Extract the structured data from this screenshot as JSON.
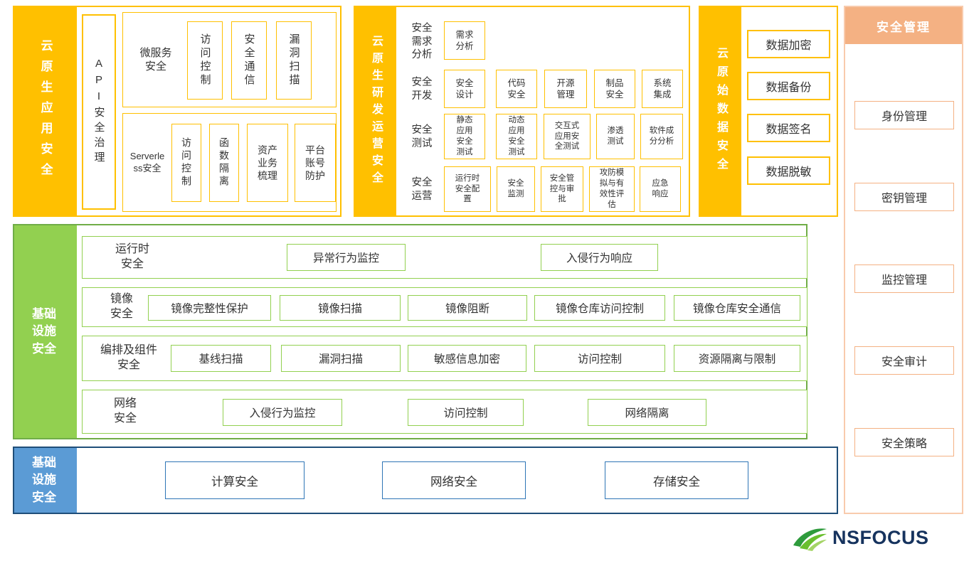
{
  "colors": {
    "orange": "#FFC000",
    "green": "#92D050",
    "green_dark": "#70AD47",
    "blue": "#5B9BD5",
    "blue_dark": "#1F4E79",
    "peach": "#F4B183",
    "peach_light": "#F8CBAD"
  },
  "app_security": {
    "sidebar": "云原生应用安全",
    "api_box": "API安全治理",
    "groups": [
      {
        "label": "微服务安全",
        "items": [
          "访问控制",
          "安全通信",
          "漏洞扫描"
        ]
      },
      {
        "label": "Serverless安全",
        "items": [
          "访问控制",
          "函数隔离",
          "资产业务梳理",
          "平台账号防护"
        ]
      }
    ]
  },
  "devops_security": {
    "sidebar": "云原生研发运营安全",
    "rows": [
      {
        "label": "安全需求分析",
        "items": [
          "需求分析"
        ]
      },
      {
        "label": "安全开发",
        "items": [
          "安全设计",
          "代码安全",
          "开源管理",
          "制品安全",
          "系统集成"
        ]
      },
      {
        "label": "安全测试",
        "items": [
          "静态应用安全测试",
          "动态应用安全测试",
          "交互式应用安全测试",
          "渗透测试",
          "软件成分分析"
        ]
      },
      {
        "label": "安全运营",
        "items": [
          "运行时安全配置",
          "安全监测",
          "安全管控与审批",
          "攻防模拟与有效性评估",
          "应急响应"
        ]
      }
    ]
  },
  "data_security": {
    "sidebar": "云原始数据安全",
    "items": [
      "数据加密",
      "数据备份",
      "数据签名",
      "数据脱敏"
    ]
  },
  "management": {
    "title": "安全管理",
    "items": [
      "身份管理",
      "密钥管理",
      "监控管理",
      "安全审计",
      "安全策略"
    ]
  },
  "container_security": {
    "sidebar": "基础设施安全",
    "rows": [
      {
        "label": "运行时安全",
        "items": [
          "异常行为监控",
          "入侵行为响应"
        ]
      },
      {
        "label": "镜像安全",
        "items": [
          "镜像完整性保护",
          "镜像扫描",
          "镜像阻断",
          "镜像仓库访问控制",
          "镜像仓库安全通信"
        ]
      },
      {
        "label": "编排及组件安全",
        "items": [
          "基线扫描",
          "漏洞扫描",
          "敏感信息加密",
          "访问控制",
          "资源隔离与限制"
        ]
      },
      {
        "label": "网络安全",
        "items": [
          "入侵行为监控",
          "访问控制",
          "网络隔离"
        ]
      }
    ]
  },
  "infrastructure": {
    "sidebar": "基础设施安全",
    "items": [
      "计算安全",
      "网络安全",
      "存储安全"
    ]
  },
  "logo": {
    "text": "NSFOCUS"
  }
}
